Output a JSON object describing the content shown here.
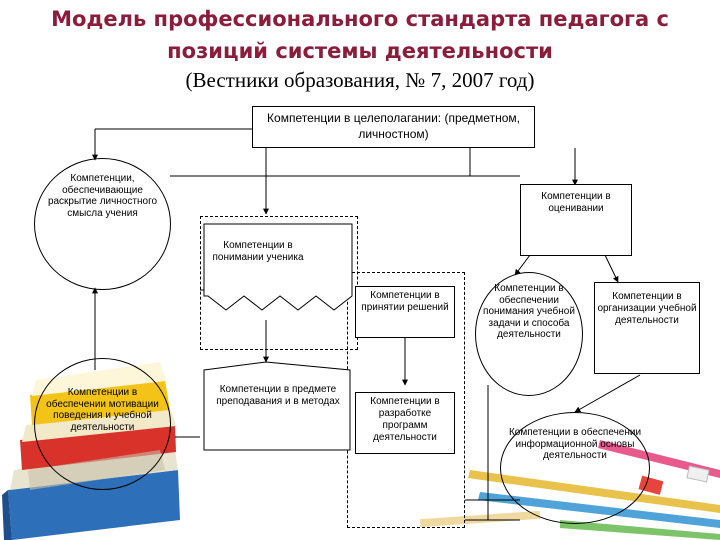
{
  "header": {
    "title_line1": "Модель профессионального стандарта педагога с",
    "title_line2": "позиций системы деятельности",
    "subtitle": "(Вестники образования, № 7, 2007 год)"
  },
  "blocks": {
    "goal_setting": "Компетенции в целеполагании: (предметном, личностном)",
    "personal_meaning": "Компетенции, обеспечивающие раскрытие личностного смысла учения",
    "evaluation": "Компетенции в оценивании",
    "understanding_student": "Компетенции в понимании ученика",
    "decision_making": "Компетенции в принятии решений",
    "task_understanding": "Компетенции в обеспечении понимания учебной задачи и способа деятельности",
    "organization": "Компетенции в организации учебной деятельности",
    "motivation": "Компетенции в обеспечении мотивации поведения и учебной деятельности",
    "subject_teaching": "Компетенции в предмете преподавания и в методах",
    "program_development": "Компетенции в разработке программ деятельности",
    "info_basis": "Компетенции в обеспечении информационной основы деятельности"
  },
  "colors": {
    "title": "#8b1c3a"
  }
}
